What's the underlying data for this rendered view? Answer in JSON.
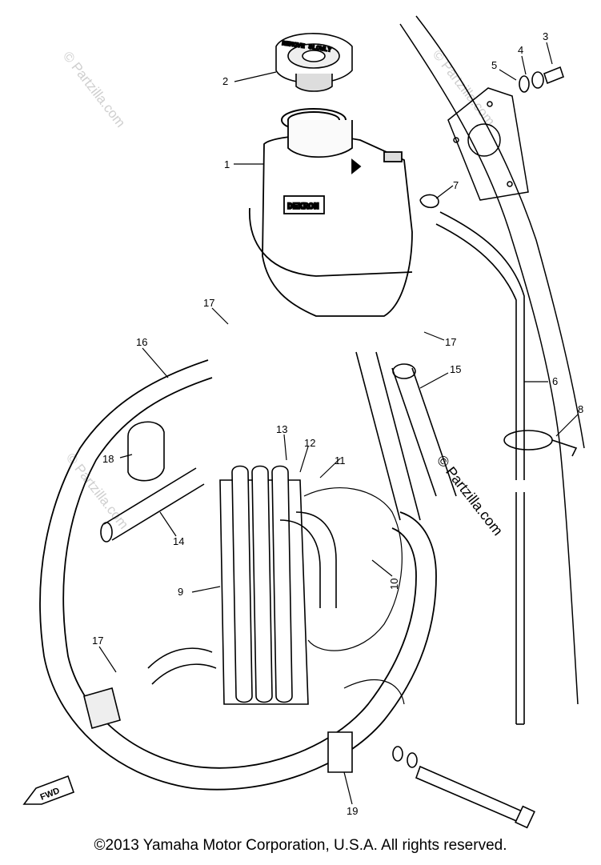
{
  "callouts": [
    "1",
    "2",
    "3",
    "4",
    "5",
    "6",
    "7",
    "8",
    "9",
    "10",
    "11",
    "12",
    "13",
    "14",
    "15",
    "16",
    "17",
    "17",
    "17",
    "18",
    "19"
  ],
  "watermark": "© Partzilla.com",
  "tank_logo": "DEKRON",
  "cap_text": "REMOVE SLOWLY",
  "fwd_label": "FWD",
  "copyright": "©2013 Yamaha Motor Corporation, U.S.A. All rights reserved."
}
